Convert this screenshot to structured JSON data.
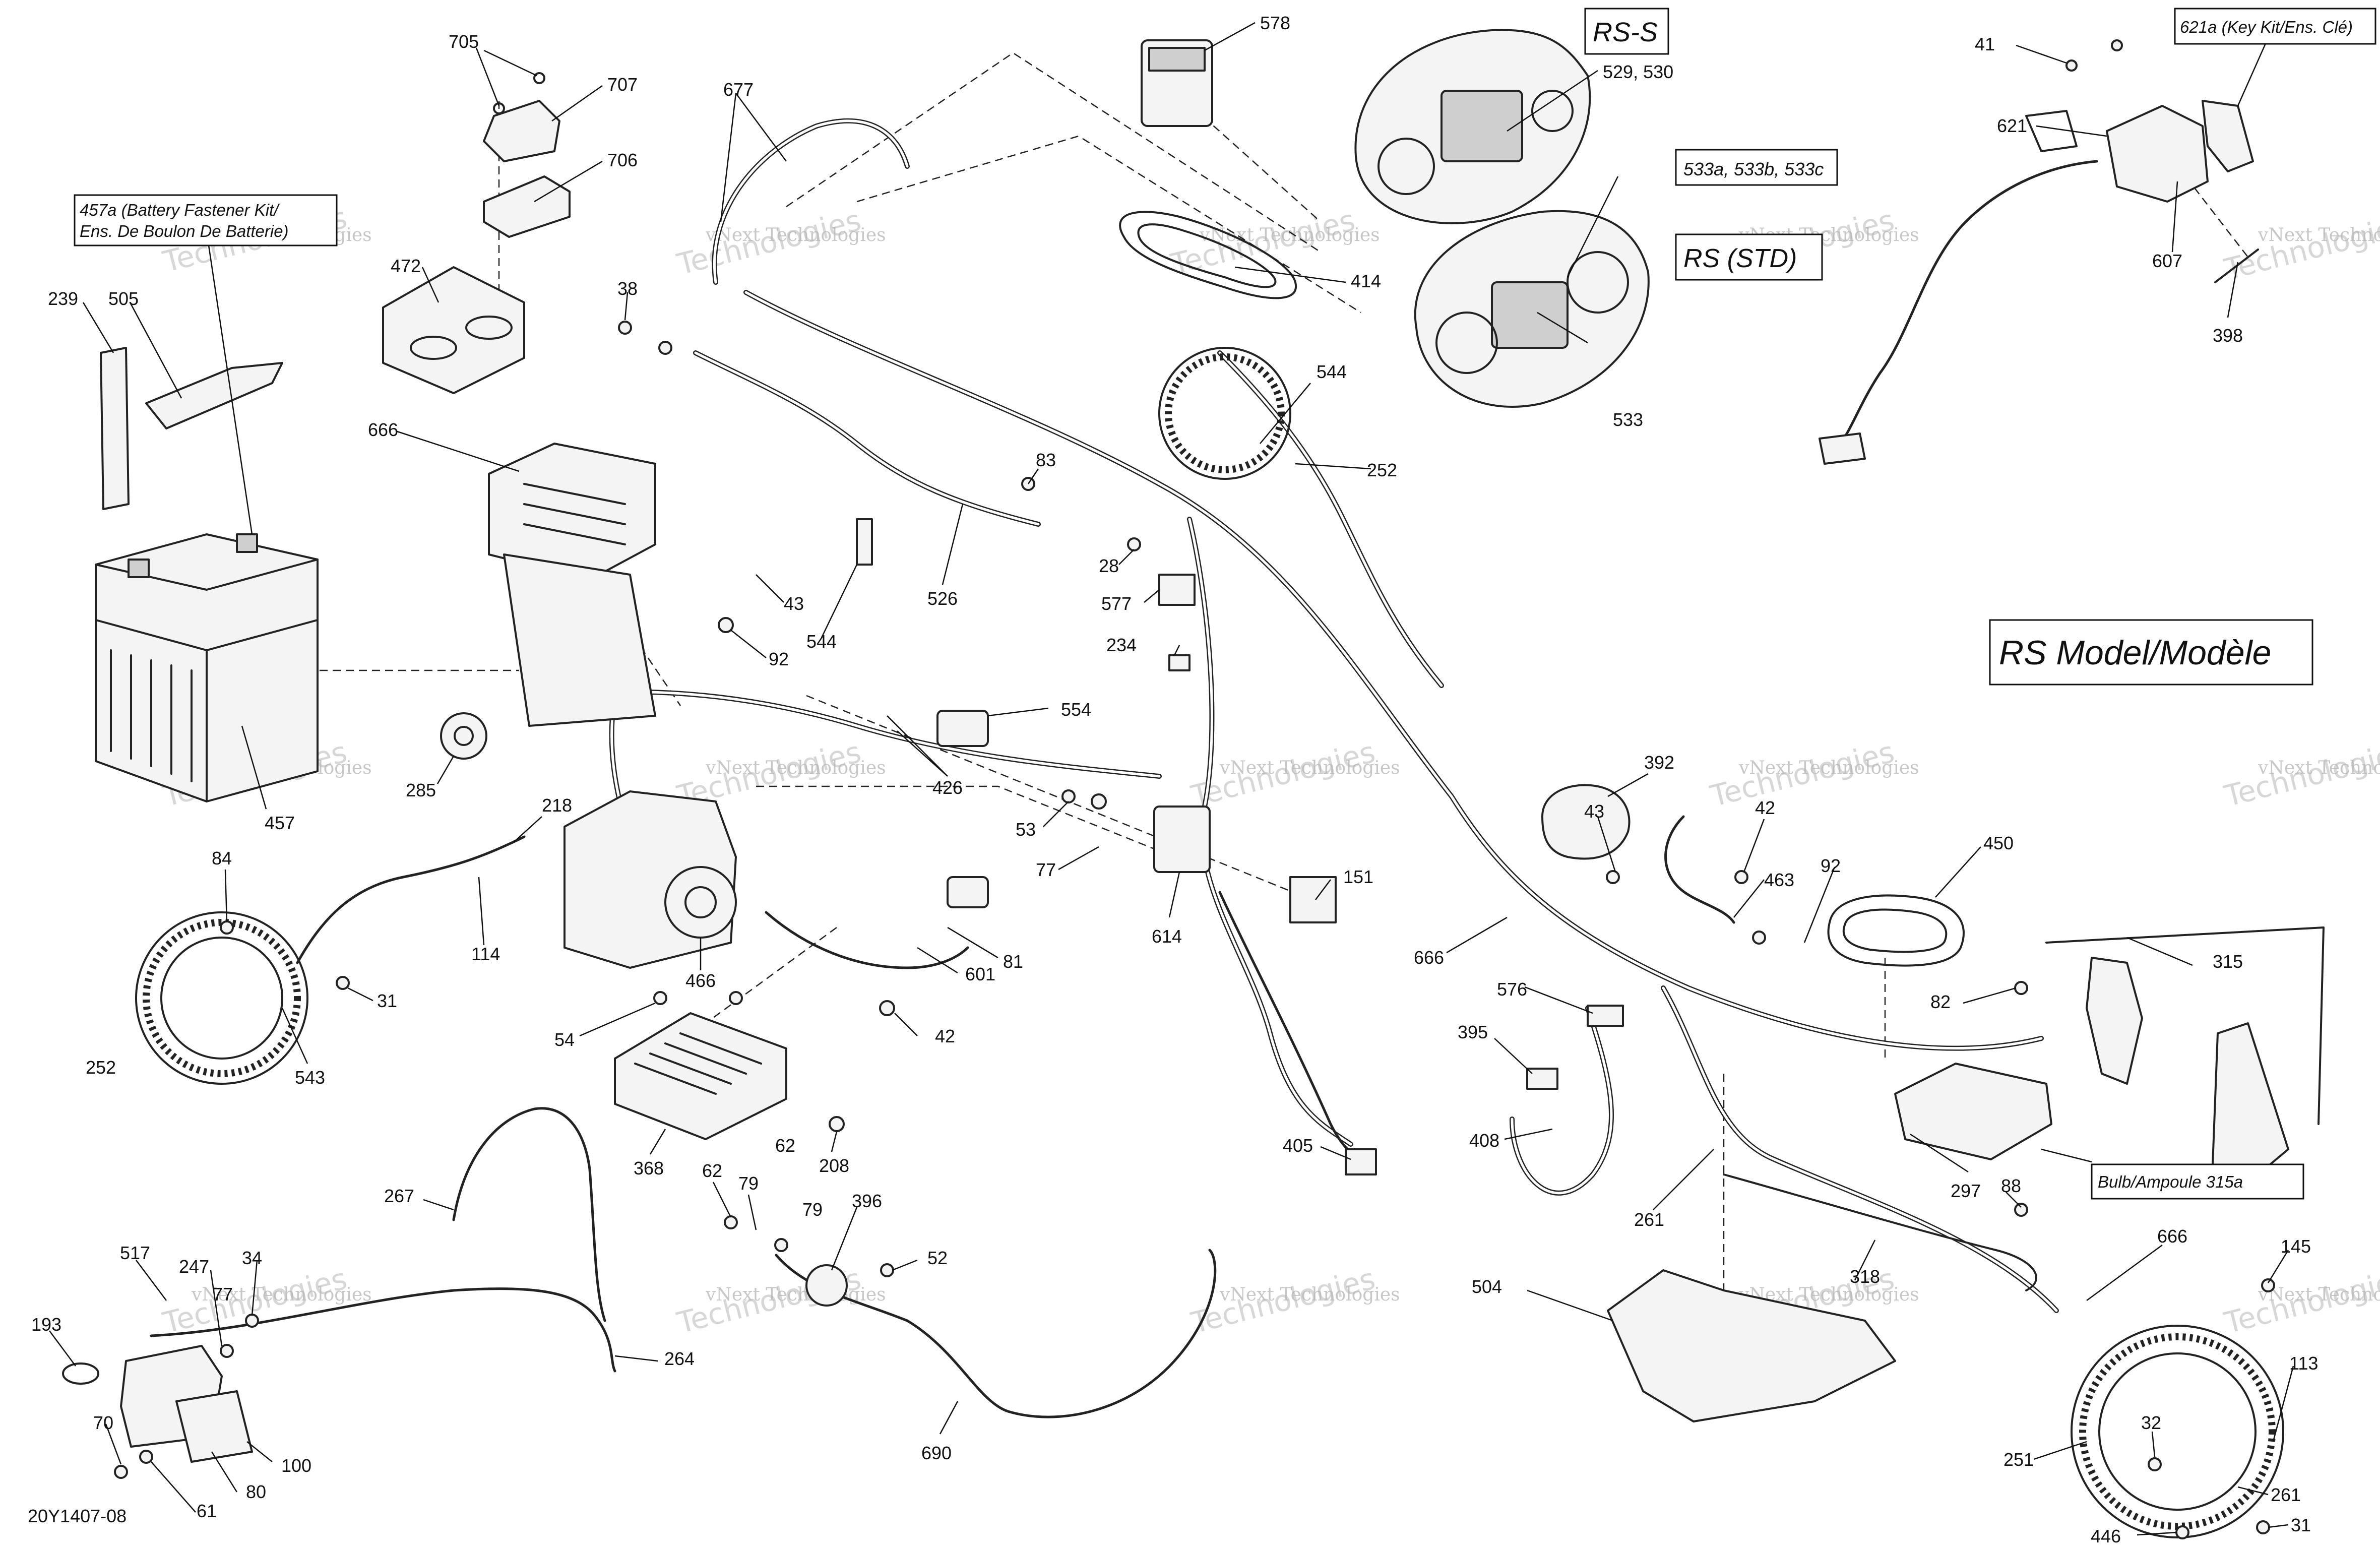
{
  "diagram": {
    "drawing_number": "20Y1407-08",
    "model_label": "RS Model/Modèle",
    "variant_labels": {
      "rs_s": "RS-S",
      "rs_std": "RS (STD)"
    },
    "kit_labels": {
      "battery_kit_line1": "457a (Battery Fastener Kit/",
      "battery_kit_line2": "Ens. De Boulon De Batterie)",
      "key_kit": "621a (Key Kit/Ens. Clé)",
      "bulb": "Bulb/Ampoule 315a",
      "cluster_variants": "533a, 533b, 533c"
    },
    "watermark": "vNext Technologies",
    "watermark_big": "Technologies",
    "part_numbers": {
      "p705": "705",
      "p707": "707",
      "p706": "706",
      "p677": "677",
      "p578": "578",
      "p457a": "457a",
      "p239": "239",
      "p505": "505",
      "p472": "472",
      "p38": "38",
      "p666a": "666",
      "p666b": "666",
      "p666c": "666",
      "p414": "414",
      "p529": "529, 530",
      "p533": "533",
      "p544a": "544",
      "p544b": "544",
      "p252a": "252",
      "p252b": "252",
      "p83": "83",
      "p526": "526",
      "p28": "28",
      "p577": "577",
      "p43a": "43",
      "p43b": "43",
      "p92a": "92",
      "p92b": "92",
      "p234": "234",
      "p554": "554",
      "p426": "426",
      "p285": "285",
      "p457": "457",
      "p218": "218",
      "p84": "84",
      "p114": "114",
      "p31a": "31",
      "p31b": "31",
      "p543": "543",
      "p466": "466",
      "p54": "54",
      "p601": "601",
      "p81": "81",
      "p42a": "42",
      "p42b": "42",
      "p53": "53",
      "p77a": "77",
      "p77b": "77",
      "p614": "614",
      "p151": "151",
      "p368": "368",
      "p392": "392",
      "p463": "463",
      "p450": "450",
      "p315": "315",
      "p82": "82",
      "p576": "576",
      "p395": "395",
      "p408": "408",
      "p405": "405",
      "p297": "297",
      "p261a": "261",
      "p261b": "261",
      "p88": "88",
      "p208": "208",
      "p267": "267",
      "p62a": "62",
      "p62b": "62",
      "p79a": "79",
      "p79b": "79",
      "p396": "396",
      "p52": "52",
      "p264": "264",
      "p690": "690",
      "p504": "504",
      "p318": "318",
      "p145": "145",
      "p113": "113",
      "p32": "32",
      "p251": "251",
      "p446": "446",
      "p517": "517",
      "p247": "247",
      "p34": "34",
      "p193": "193",
      "p70": "70",
      "p61": "61",
      "p80": "80",
      "p100": "100",
      "p41": "41",
      "p621": "621",
      "p607": "607",
      "p398": "398"
    }
  }
}
